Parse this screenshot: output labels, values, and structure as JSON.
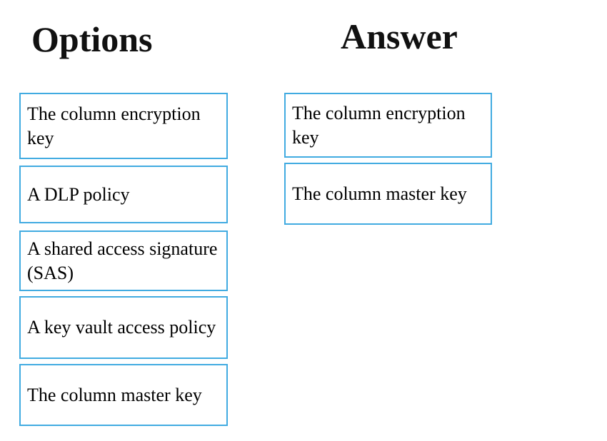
{
  "page": {
    "background_color": "#ffffff",
    "box_border_color": "#41abe1",
    "text_color": "#000000"
  },
  "options_column": {
    "heading": "Options",
    "items": [
      {
        "label": "The column encryption key"
      },
      {
        "label": "A DLP policy"
      },
      {
        "label": "A shared access signature (SAS)"
      },
      {
        "label": "A key vault access policy"
      },
      {
        "label": "The column master key"
      }
    ]
  },
  "answer_column": {
    "heading": "Answer",
    "items": [
      {
        "label": "The column encryption key"
      },
      {
        "label": "The column master key"
      }
    ]
  }
}
